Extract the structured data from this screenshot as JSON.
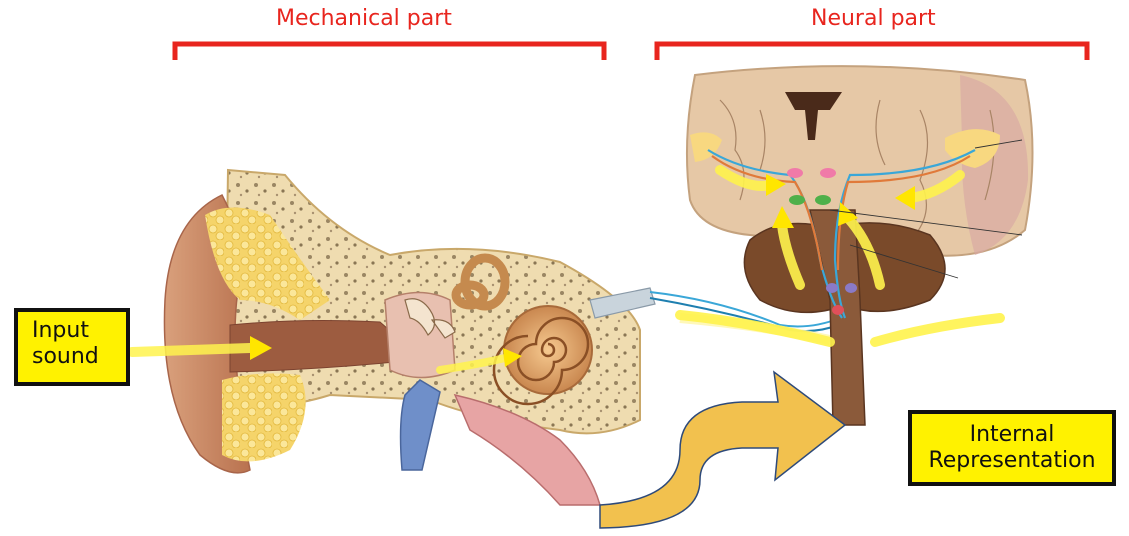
{
  "labels": {
    "mechanical": "Mechanical part",
    "neural": "Neural part",
    "input_line1": "Input",
    "input_line2": "sound",
    "internal_line1": "Internal",
    "internal_line2": "Representation"
  },
  "colors": {
    "bracket": "#e8251e",
    "box_fill": "#fff200",
    "arrow_big": "#f2c14e",
    "sound_arrow": "#fff34d",
    "skin": "#e8b08f",
    "bone": "#efd9a9",
    "brain_light": "#e2c3a0",
    "brain_dark": "#7a4a2a",
    "nerve_blue": "#3aa7d8",
    "vein_blue": "#6f8fc9"
  }
}
